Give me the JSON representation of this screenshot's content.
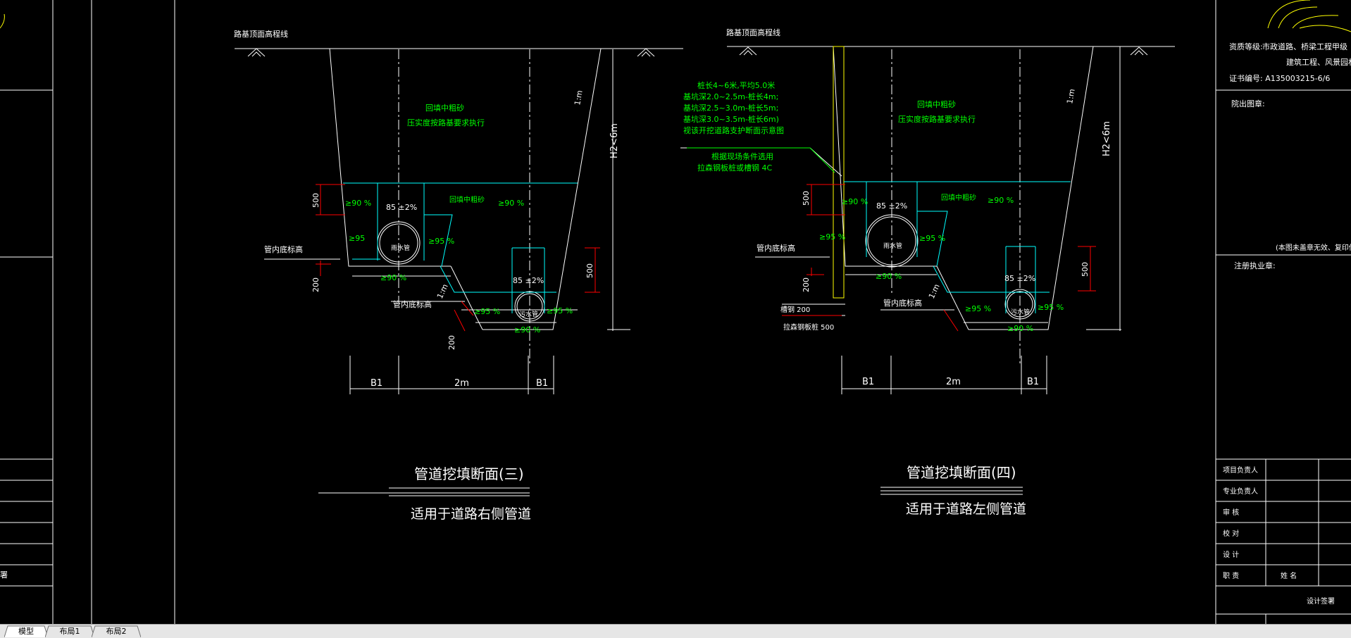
{
  "colors": {
    "background": "#000000",
    "line": "#ffffff",
    "green": "#00ff00",
    "cyan": "#00ffff",
    "red": "#ff0000",
    "yellow": "#ffff00"
  },
  "left_panel": {
    "partial_label": "署"
  },
  "drawing3": {
    "road_level": "路基顶面高程线",
    "fill_note1": "回填中粗砂",
    "fill_note2": "压实度按路基要求执行",
    "slope": "1:m",
    "depth": "H2<6m",
    "dim500a": "500",
    "dim500b": "500",
    "dim200a": "200",
    "dim200b": "200",
    "c90a": "≥90 %",
    "c852a": "85 ±2%",
    "sand": "回填中粗砂",
    "c90b": "≥90 %",
    "c95a": "≥95",
    "c95b": "≥95 %",
    "pipe1": "雨水管",
    "pipe_invert1": "管内底标高",
    "c90c": "≥90 %",
    "c852b": "85 ±2%",
    "slope2": "1:m",
    "pipe_invert2": "管内底标高",
    "c95c": "≥95 %",
    "pipe2": "污水管",
    "c95d": "≥95 %",
    "c90d": "≥90 %",
    "b1a": "B1",
    "w2m": "2m",
    "b1b": "B1",
    "title": "管道挖填断面(三)",
    "subtitle": "适用于道路右侧管道"
  },
  "drawing4": {
    "road_level": "路基顶面高程线",
    "pile1": "桩长4~6米,平均5.0米",
    "pile2": "基坑深2.0~2.5m-桩长4m;",
    "pile3": "基坑深2.5~3.0m-桩长5m;",
    "pile4": "基坑深3.0~3.5m-桩长6m)",
    "pile5": "视该开挖道路支护断面示意图",
    "pile6": "根据现场条件选用",
    "pile7": "拉森钢板桩或槽钢 4C",
    "fill_note1": "回填中粗砂",
    "fill_note2": "压实度按路基要求执行",
    "slope": "1:m",
    "depth": "H2<6m",
    "dim500a": "500",
    "dim500b": "500",
    "dim200": "200",
    "c90a": "≥90 %",
    "c852a": "85 ±2%",
    "sand": "回填中粗砂",
    "c90b": "≥90 %",
    "c95a": "≥95 %",
    "c95b": "≥95 %",
    "pipe1": "雨水管",
    "pipe_invert1": "管内底标高",
    "c90c": "≥90 %",
    "c852b": "85 ±2%",
    "slope2": "1:m",
    "pipe_invert2": "管内底标高",
    "c95c": "≥95 %",
    "pipe2": "污水管",
    "c95d": "≥95 %",
    "c90d": "≥90 %",
    "steel200": "槽钢 200",
    "steel500": "拉森钢板桩 500",
    "b1a": "B1",
    "w2m": "2m",
    "b1b": "B1",
    "title": "管道挖填断面(四)",
    "subtitle": "适用于道路左侧管道"
  },
  "title_block": {
    "qual_label": "资质等级:",
    "qual_value": "市政道路、桥梁工程甲级",
    "qual_value2": "建筑工程、风景园林乙级",
    "cert": "证书编号: A135003215-6/6",
    "issued": "院出图章:",
    "note": "(本图未盖章无效、复印件无",
    "registered": "注册执业章:",
    "rows": [
      "项目负责人",
      "专业负责人",
      "审    核",
      "校    对",
      "设    计",
      "职    责"
    ],
    "name_col": "姓    名",
    "signature": "设计签署"
  },
  "tabs": [
    "模型",
    "布局1",
    "布局2"
  ],
  "active_tab": 0
}
